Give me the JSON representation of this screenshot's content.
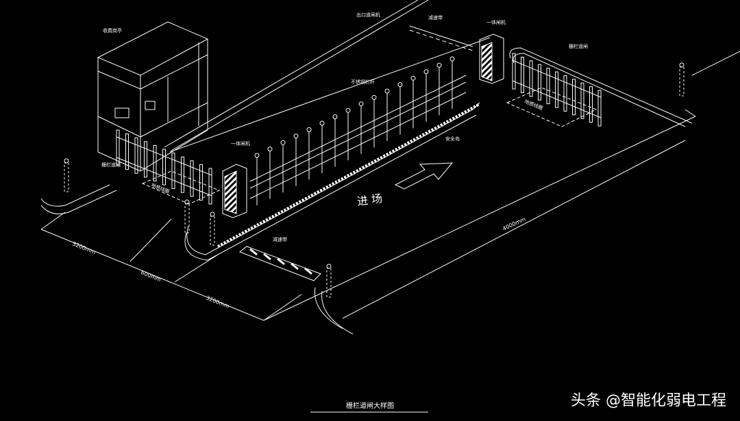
{
  "labels": {
    "guard_booth": "收费岗亭",
    "exit_barrier": "出口道闸机",
    "speed_bump_top": "减速带",
    "gate_machine_top": "一体闸机",
    "fence_right": "栅栏道闸",
    "stainless_railing": "不锈钢栏杆",
    "ground_loop_right": "地感线圈",
    "gate_machine_left": "一体闸机",
    "fence_left": "栅栏道闸",
    "ground_loop_left": "地感线圈",
    "safety_island": "安全岛",
    "entrance": "进 场",
    "speed_bump_bottom": "减速带"
  },
  "dimensions": {
    "d1": "3200mm",
    "d2": "600mm",
    "d3": "3200mm",
    "d4": "4000mm"
  },
  "title": "栅栏道闸大样图",
  "watermark": "头条 @智能化弱电工程",
  "colors": {
    "background": "#000000",
    "line": "#ffffff"
  }
}
